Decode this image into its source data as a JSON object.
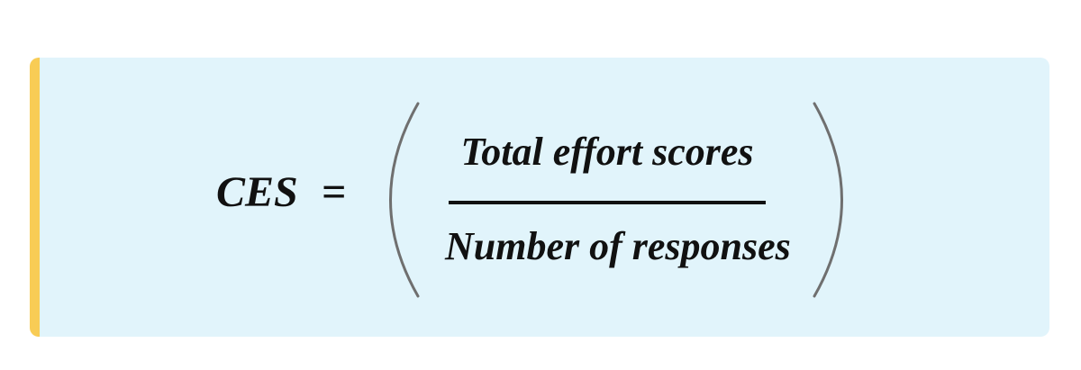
{
  "card": {
    "background": "#e1f4fb",
    "accent_color": "#f8cc55",
    "text_color": "#111111",
    "parenthesis_color": "#6f6f6f"
  },
  "formula": {
    "lhs": "CES",
    "equals": "=",
    "numerator": "Total effort scores",
    "denominator": "Number of responses"
  }
}
